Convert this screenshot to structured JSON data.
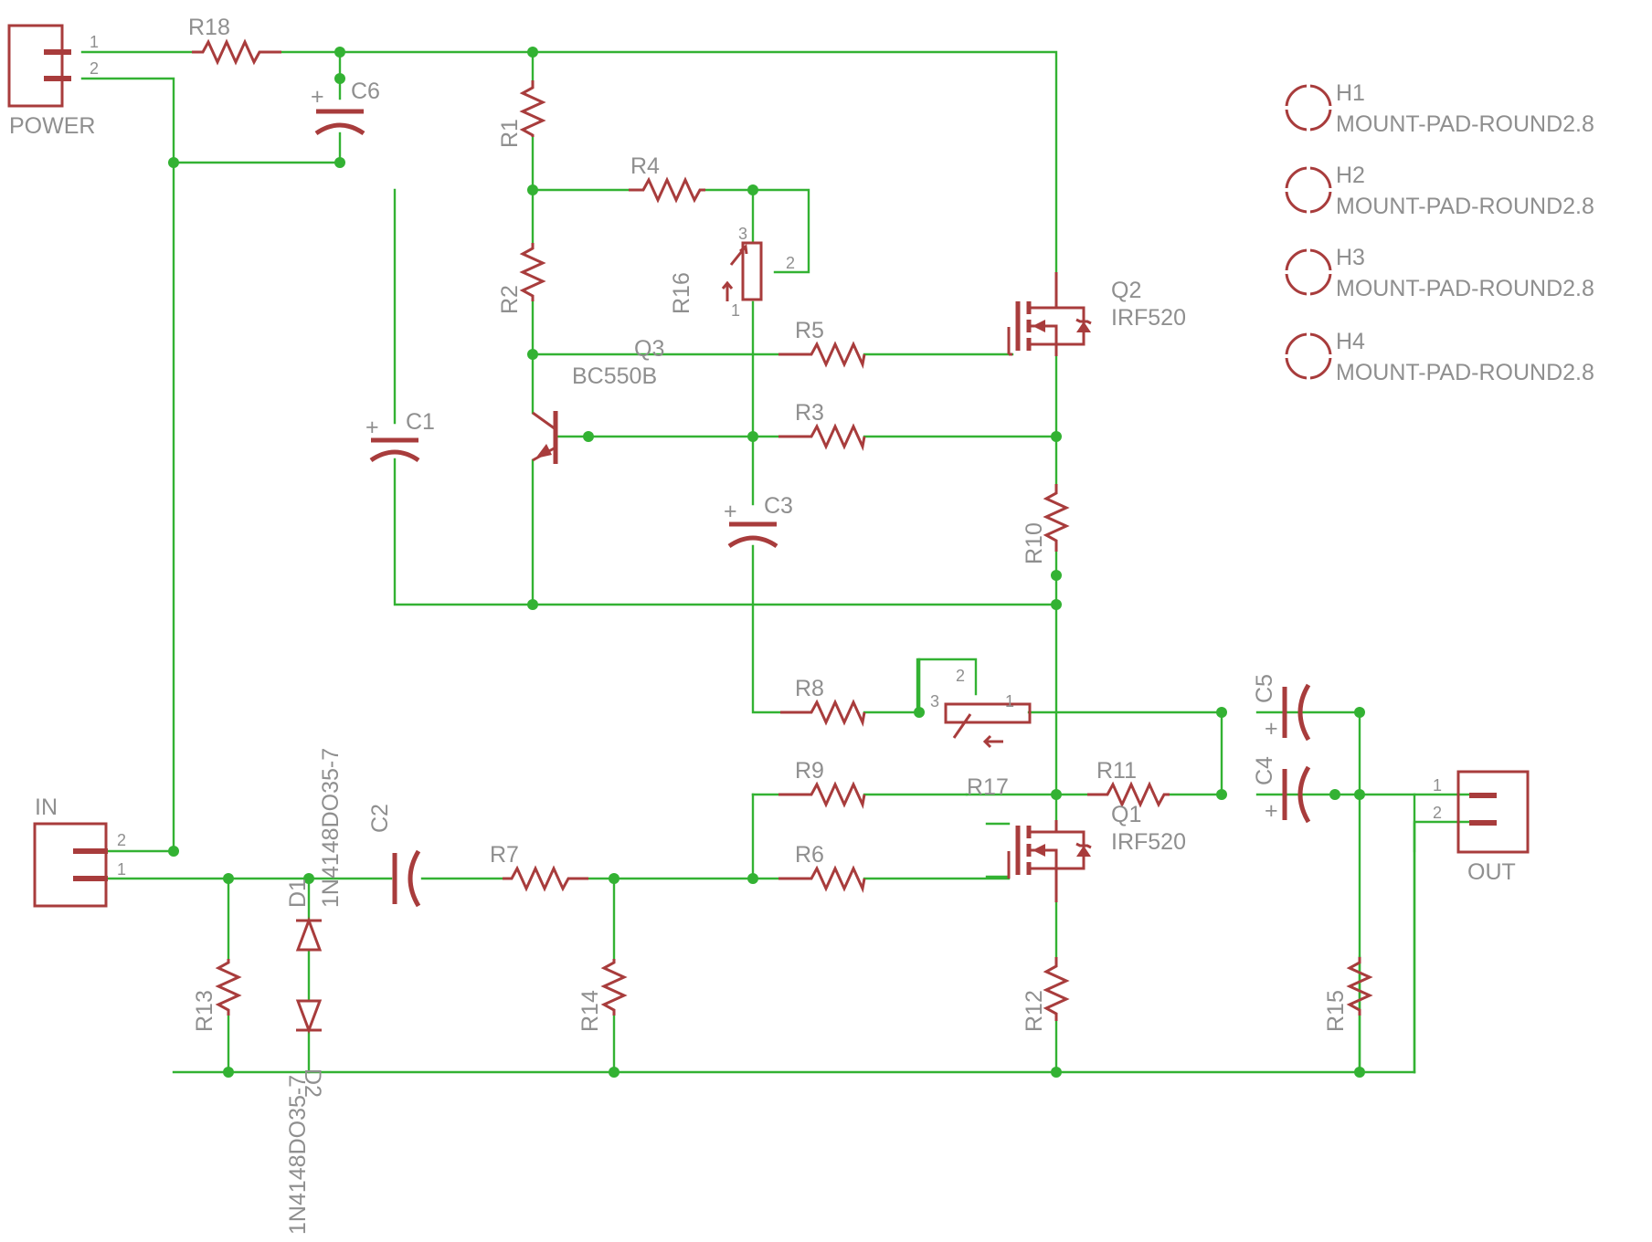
{
  "components": {
    "power": {
      "name": "POWER",
      "pin1": "1",
      "pin2": "2"
    },
    "in": {
      "name": "IN",
      "pin1": "1",
      "pin2": "2"
    },
    "out": {
      "name": "OUT",
      "pin1": "1",
      "pin2": "2"
    },
    "r1": "R1",
    "r2": "R2",
    "r3": "R3",
    "r4": "R4",
    "r5": "R5",
    "r6": "R6",
    "r7": "R7",
    "r8": "R8",
    "r9": "R9",
    "r10": "R10",
    "r11": "R11",
    "r12": "R12",
    "r13": "R13",
    "r14": "R14",
    "r15": "R15",
    "r18": "R18",
    "r16": {
      "name": "R16",
      "pin1": "1",
      "pin2": "2",
      "pin3": "3"
    },
    "r17": {
      "name": "R17",
      "pin1": "1",
      "pin2": "2",
      "pin3": "3"
    },
    "c1": "C1",
    "c2": "C2",
    "c3": "C3",
    "c4": "C4",
    "c5": "C5",
    "c6": "C6",
    "q1": {
      "name": "Q1",
      "value": "IRF520"
    },
    "q2": {
      "name": "Q2",
      "value": "IRF520"
    },
    "q3": {
      "name": "Q3",
      "value": "BC550B"
    },
    "d1": {
      "name": "D1",
      "value": "1N4148DO35-7"
    },
    "d2": {
      "name": "D2",
      "value": "1N4148DO35-7"
    },
    "pol_mark": "+",
    "mount_pads": [
      {
        "name": "H1",
        "value": "MOUNT-PAD-ROUND2.8"
      },
      {
        "name": "H2",
        "value": "MOUNT-PAD-ROUND2.8"
      },
      {
        "name": "H3",
        "value": "MOUNT-PAD-ROUND2.8"
      },
      {
        "name": "H4",
        "value": "MOUNT-PAD-ROUND2.8"
      }
    ]
  },
  "colors": {
    "wire": "#33b233",
    "part": "#a83c3c",
    "label": "#8f8f8f"
  }
}
